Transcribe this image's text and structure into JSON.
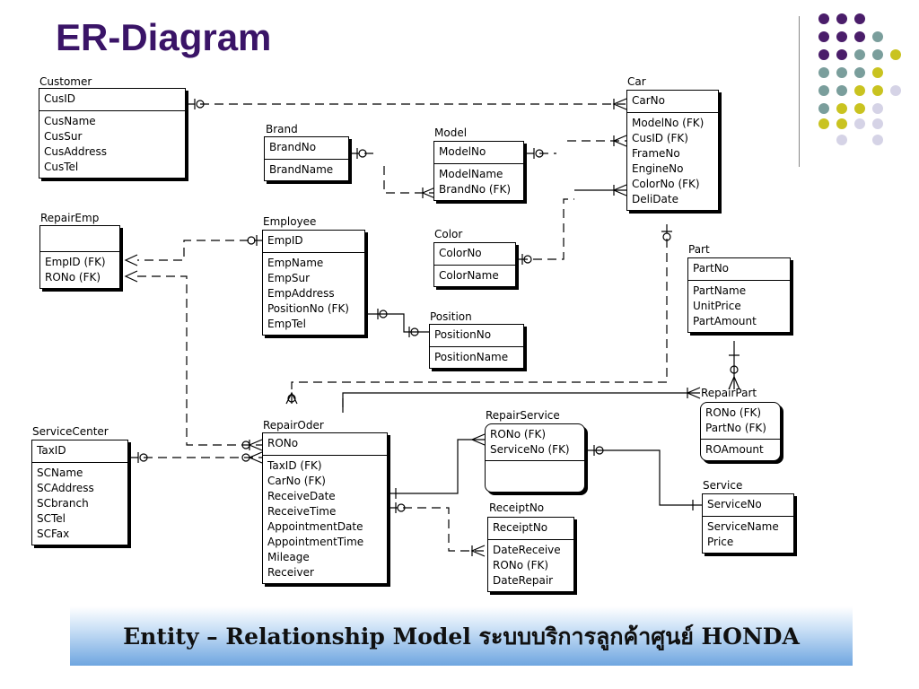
{
  "title": "ER-Diagram",
  "banner": "Entity – Relationship Model ระบบบริการลูกค้าศูนย์ HONDA",
  "colors": {
    "title": "#3a1467",
    "purple": "#4a1d6a",
    "teal": "#7a9e9c",
    "olive": "#c9c320",
    "lavender": "#d5d3e6"
  },
  "entities": [
    {
      "id": "customer",
      "name": "Customer",
      "keys": [
        "CusID"
      ],
      "attrs": [
        "CusName",
        "CusSur",
        "CusAddress",
        "CusTel"
      ]
    },
    {
      "id": "brand",
      "name": "Brand",
      "keys": [
        "BrandNo"
      ],
      "attrs": [
        "BrandName"
      ]
    },
    {
      "id": "model",
      "name": "Model",
      "keys": [
        "ModelNo"
      ],
      "attrs": [
        "ModelName",
        "BrandNo (FK)"
      ]
    },
    {
      "id": "car",
      "name": "Car",
      "keys": [
        "CarNo"
      ],
      "attrs": [
        "ModelNo (FK)",
        "CusID (FK)",
        "FrameNo",
        "EngineNo",
        "ColorNo (FK)",
        "DeliDate"
      ]
    },
    {
      "id": "repairemp",
      "name": "RepairEmp",
      "keys": [],
      "attrs": [
        "EmpID (FK)",
        "RONo (FK)"
      ]
    },
    {
      "id": "employee",
      "name": "Employee",
      "keys": [
        "EmpID"
      ],
      "attrs": [
        "EmpName",
        "EmpSur",
        "EmpAddress",
        "PositionNo (FK)",
        "EmpTel"
      ]
    },
    {
      "id": "color",
      "name": "Color",
      "keys": [
        "ColorNo"
      ],
      "attrs": [
        "ColorName"
      ]
    },
    {
      "id": "part",
      "name": "Part",
      "keys": [
        "PartNo"
      ],
      "attrs": [
        "PartName",
        "UnitPrice",
        "PartAmount"
      ]
    },
    {
      "id": "position",
      "name": "Position",
      "keys": [
        "PositionNo"
      ],
      "attrs": [
        "PositionName"
      ]
    },
    {
      "id": "repairpart",
      "name": "RepairPart",
      "keys": [
        "RONo (FK)",
        "PartNo (FK)"
      ],
      "attrs": [
        "ROAmount"
      ]
    },
    {
      "id": "servicecenter",
      "name": "ServiceCenter",
      "keys": [
        "TaxID"
      ],
      "attrs": [
        "SCName",
        "SCAddress",
        "SCbranch",
        "SCTel",
        "SCFax"
      ]
    },
    {
      "id": "repairoder",
      "name": "RepairOder",
      "keys": [
        "RONo"
      ],
      "attrs": [
        "TaxID (FK)",
        "CarNo (FK)",
        "ReceiveDate",
        "ReceiveTime",
        "AppointmentDate",
        "AppointmentTime",
        "Mileage",
        "Receiver"
      ]
    },
    {
      "id": "repairservice",
      "name": "RepairService",
      "keys": [
        "RONo (FK)",
        "ServiceNo (FK)"
      ],
      "attrs": []
    },
    {
      "id": "service",
      "name": "Service",
      "keys": [
        "ServiceNo"
      ],
      "attrs": [
        "ServiceName",
        "Price"
      ]
    },
    {
      "id": "receiptno",
      "name": "ReceiptNo",
      "keys": [
        "ReceiptNo"
      ],
      "attrs": [
        "DateReceive",
        "RONo (FK)",
        "DateRepair"
      ]
    }
  ]
}
